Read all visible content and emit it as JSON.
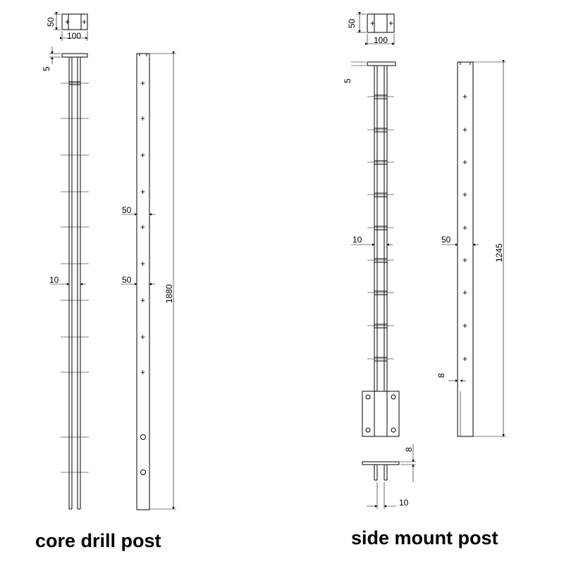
{
  "captions": {
    "left": "core drill post",
    "right": "side mount post"
  },
  "core_drill_post": {
    "base_plate_height": "50",
    "base_plate_width": "100",
    "plate_thickness": "5",
    "bar_spacing": "10",
    "post_width_upper": "50",
    "post_width_lower": "50",
    "post_height": "1880"
  },
  "side_mount_post": {
    "base_plate_height": "50",
    "base_plate_width": "100",
    "plate_thickness": "5",
    "bar_spacing": "10",
    "post_width": "50",
    "post_height": "1245",
    "hole_offset": "8",
    "foot_plate_thickness": "8",
    "foot_spacing": "10"
  }
}
